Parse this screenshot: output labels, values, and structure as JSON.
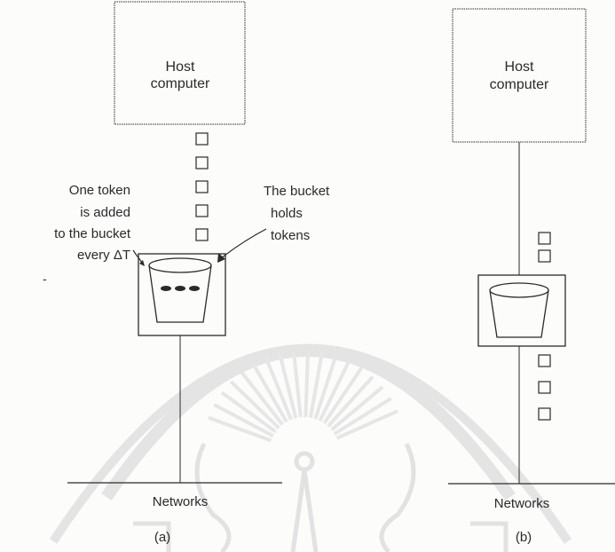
{
  "panel_a": {
    "host_label_line1": "Host",
    "host_label_line2": "computer",
    "token_note": [
      "One token",
      "is added",
      "to the bucket",
      "every ΔT"
    ],
    "bucket_note": [
      "The bucket",
      "holds",
      "tokens"
    ],
    "stray_mark": "-",
    "networks_label": "Networks",
    "caption": "(a)",
    "packets_waiting": 5,
    "tokens_in_bucket": 3
  },
  "panel_b": {
    "host_label_line1": "Host",
    "host_label_line2": "computer",
    "networks_label": "Networks",
    "caption": "(b)",
    "packets_waiting": 2,
    "packets_sent": 3,
    "tokens_in_bucket": 0
  },
  "colors": {
    "ink": "#2a2a2a",
    "watermark": "#e2e2e2"
  }
}
